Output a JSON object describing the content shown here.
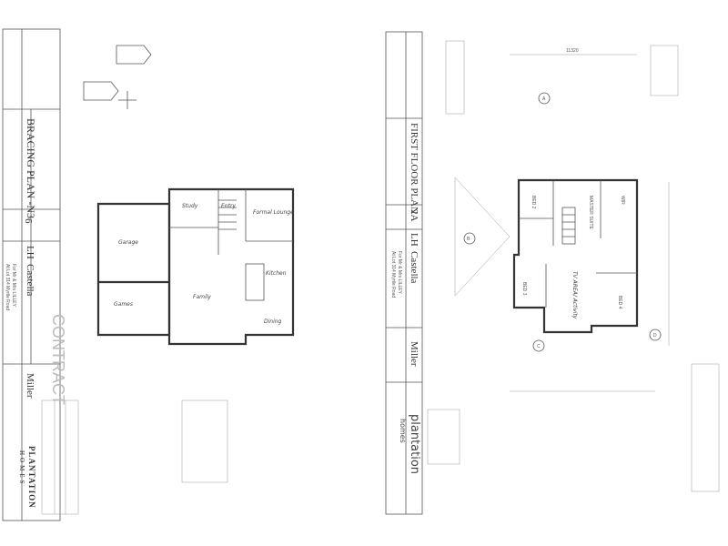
{
  "left_sheet": {
    "title": "BRACING PLAN -N3",
    "sheet": "6",
    "hand": "LH",
    "design": "Castella",
    "client": "For Mr & Mrs LILLEY",
    "address": "At Lot 314 Myrtle Road",
    "facade": "Miller",
    "watermark": "CONTRACT",
    "brand": "PLANTATION",
    "brand_sub": "HOMES",
    "rooms": [
      "Garage",
      "Games",
      "Family",
      "Kitchen",
      "Dining",
      "Formal Lounge",
      "Study",
      "Entry"
    ]
  },
  "right_sheet": {
    "title": "FIRST FLOOR PLAN",
    "sheet": "2A",
    "hand": "LH",
    "design": "Castella",
    "client": "For Mr & Mrs LILLEY",
    "address": "At Lot 314 Myrtle Road",
    "facade": "Miller",
    "brand": "plantation",
    "brand_sub": "homes",
    "dimension_overall": "11320",
    "rooms": [
      "BED 2",
      "BED 3",
      "BED 4",
      "MASTER SUITE",
      "WIR",
      "TV AREA/ Activity"
    ],
    "markers": [
      "A",
      "B",
      "C",
      "D"
    ]
  }
}
